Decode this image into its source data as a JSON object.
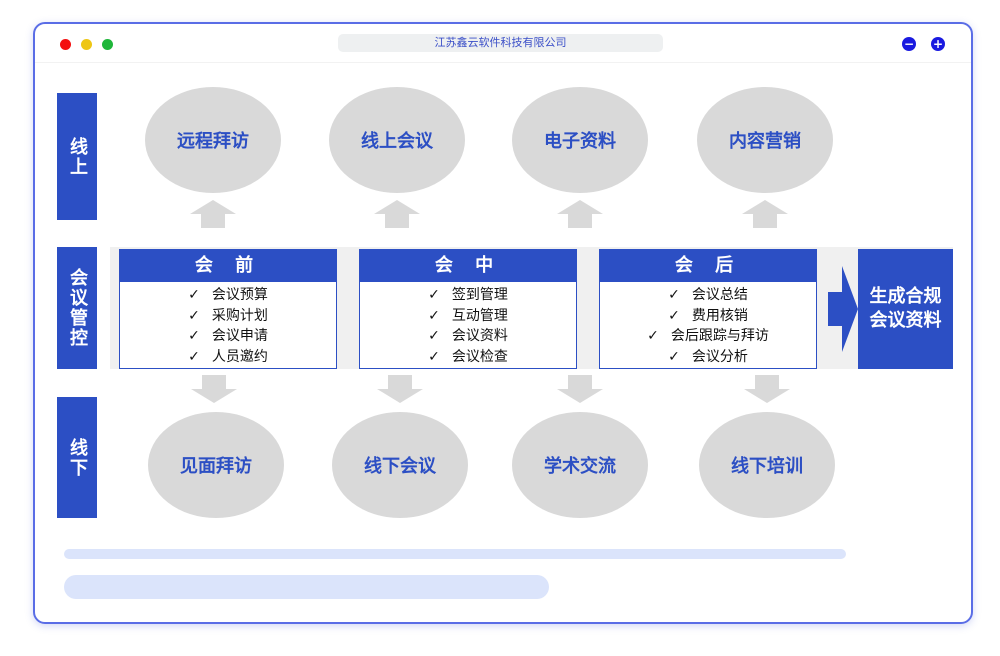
{
  "window": {
    "title": "江苏鑫云软件科技有限公司",
    "minimize_label": "−",
    "maximize_label": "+"
  },
  "rows": {
    "online": "线上",
    "control": "会议管控",
    "offline": "线下"
  },
  "online_items": [
    "远程拜访",
    "线上会议",
    "电子资料",
    "内容营销"
  ],
  "offline_items": [
    "见面拜访",
    "线下会议",
    "学术交流",
    "线下培训"
  ],
  "phases": [
    {
      "title": "会 前",
      "items": [
        "会议预算",
        "采购计划",
        "会议申请",
        "人员邀约"
      ]
    },
    {
      "title": "会 中",
      "items": [
        "签到管理",
        "互动管理",
        "会议资料",
        "会议检查"
      ]
    },
    {
      "title": "会 后",
      "items": [
        "会议总结",
        "费用核销",
        "会后跟踪与拜访",
        "会议分析"
      ]
    }
  ],
  "check": "✓",
  "result": "生成合规会议资料",
  "colors": {
    "primary": "#2c4fc4",
    "ellipse": "#d9d9d9",
    "band": "#f0f0f0"
  }
}
